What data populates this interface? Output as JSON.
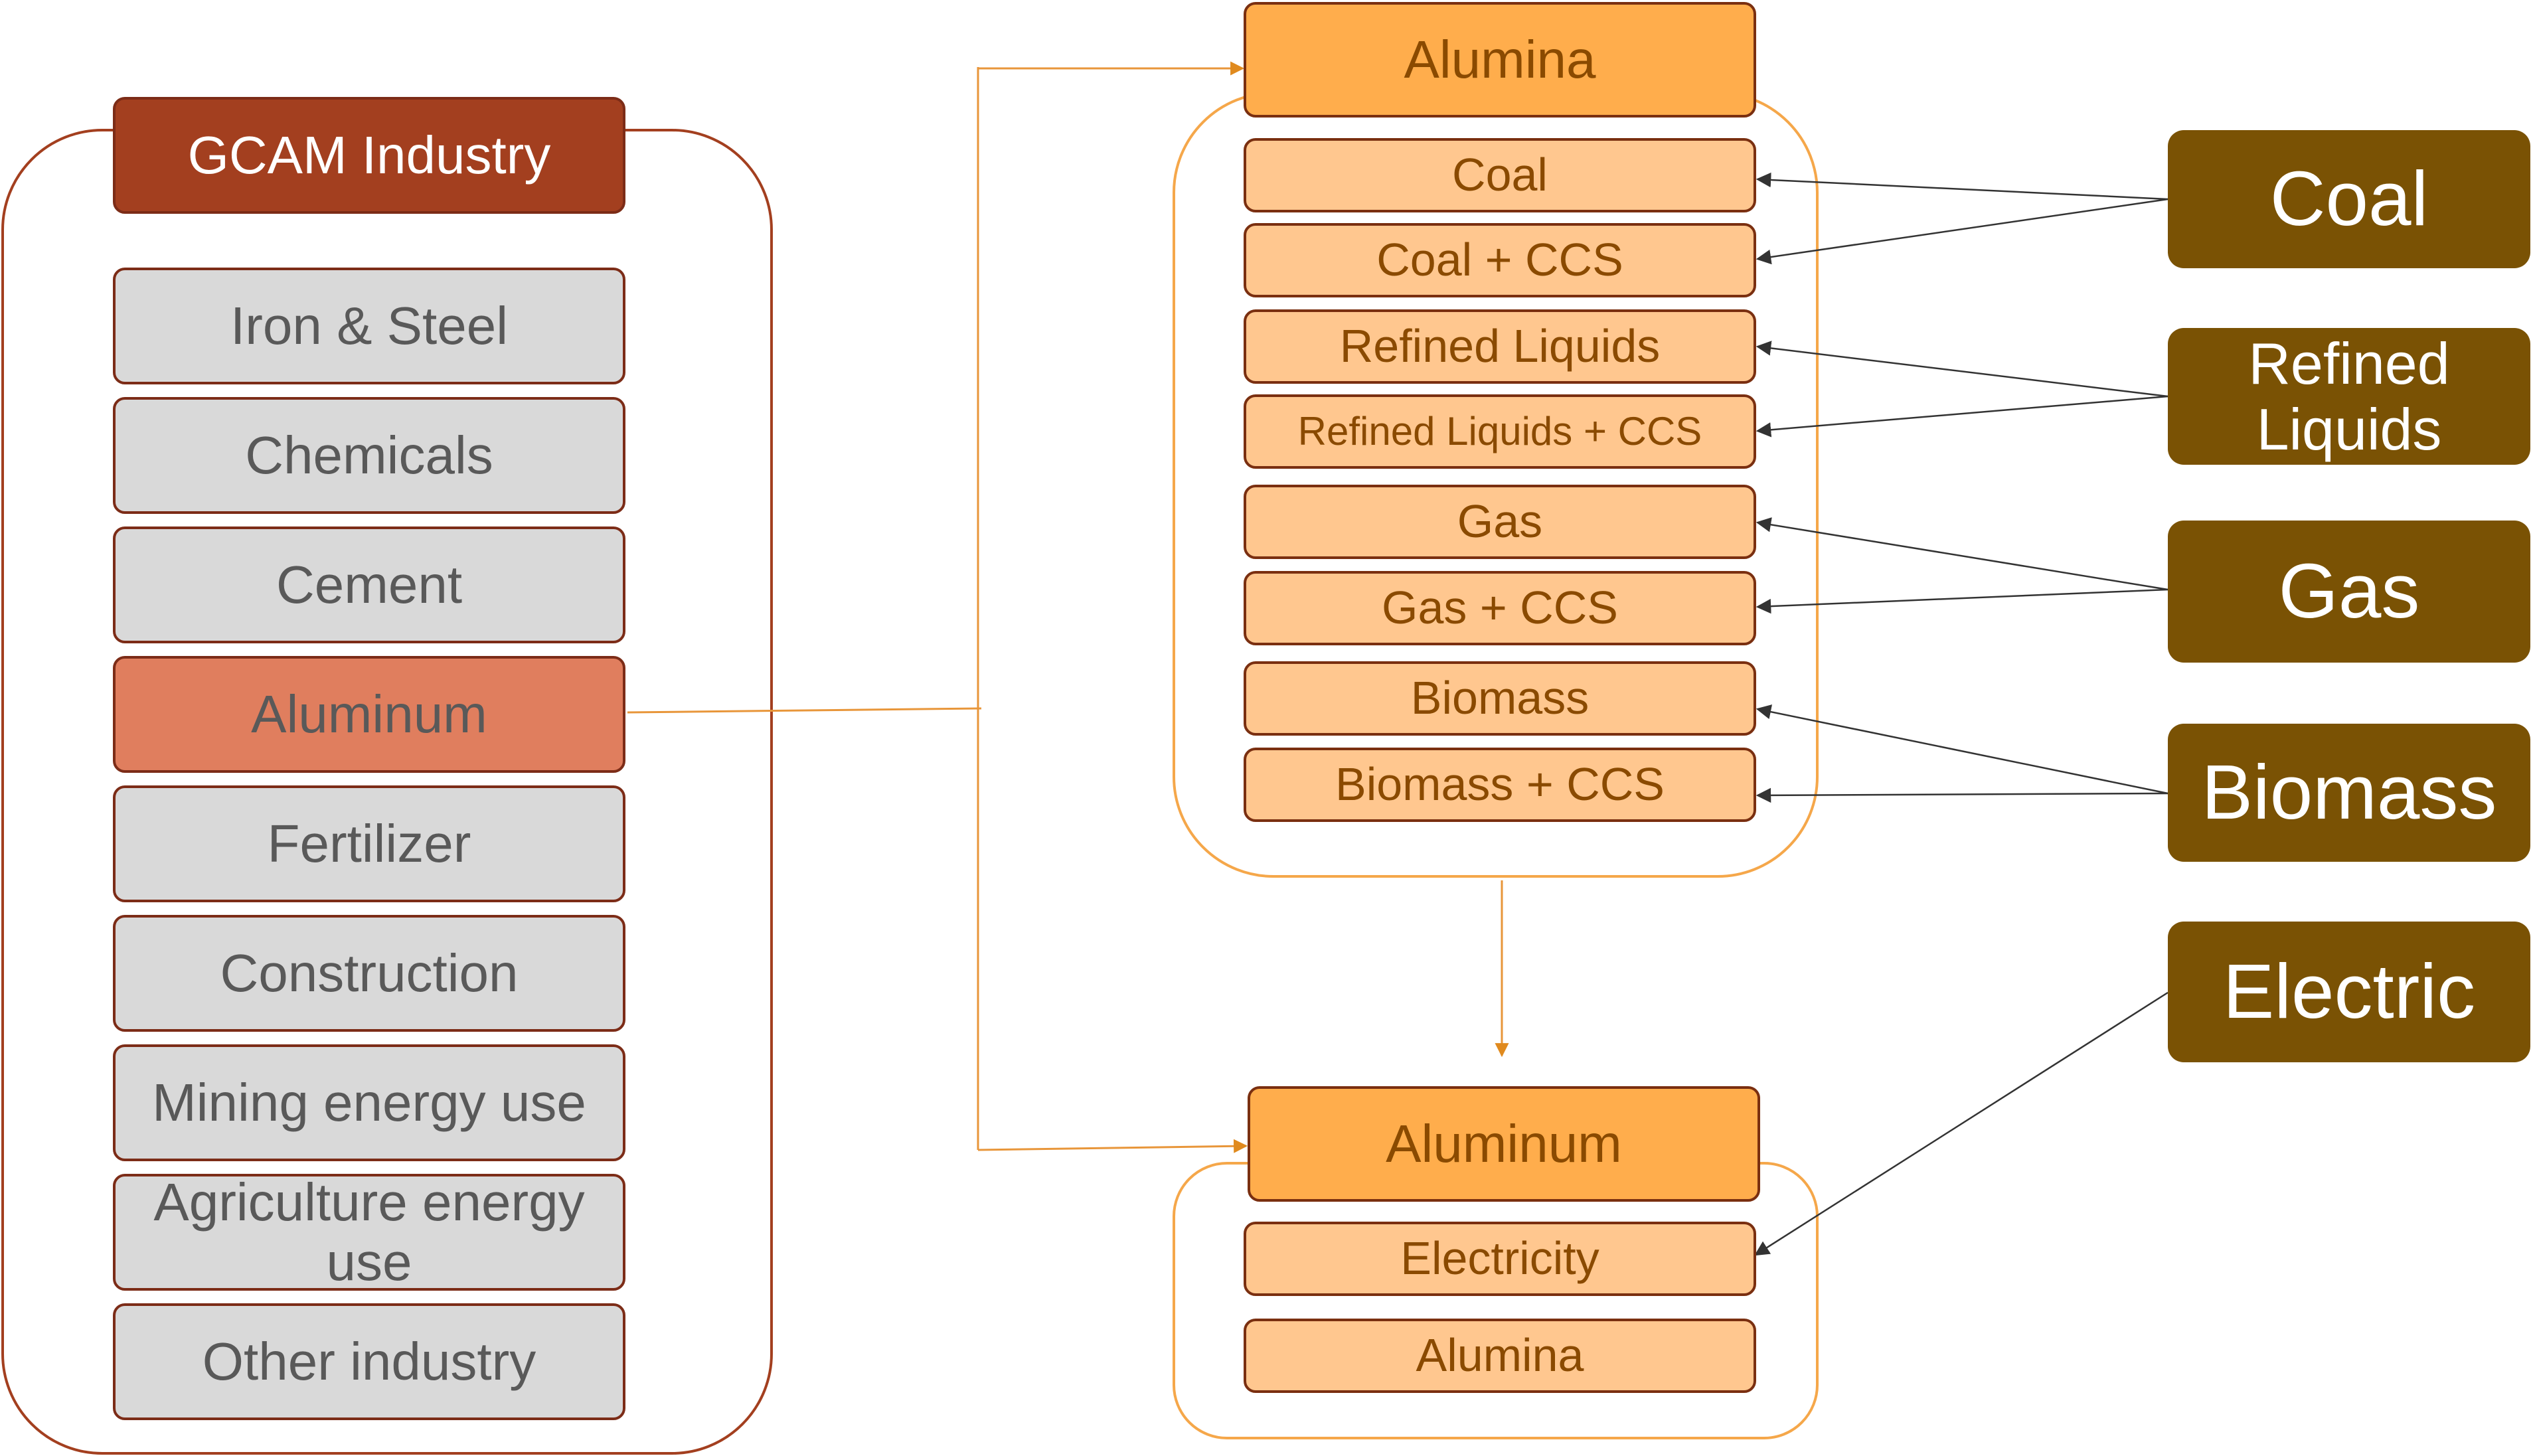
{
  "industry": {
    "header": "GCAM Industry",
    "items": [
      "Iron & Steel",
      "Chemicals",
      "Cement",
      "Aluminum",
      "Fertilizer",
      "Construction",
      "Mining energy use",
      "Agriculture energy use",
      "Other industry"
    ],
    "highlighted": "Aluminum"
  },
  "alumina": {
    "header": "Alumina",
    "technologies": [
      "Coal",
      "Coal + CCS",
      "Refined Liquids",
      "Refined Liquids + CCS",
      "Gas",
      "Gas + CCS",
      "Biomass",
      "Biomass + CCS"
    ]
  },
  "aluminum": {
    "header": "Aluminum",
    "technologies": [
      "Electricity",
      "Alumina"
    ]
  },
  "fuels": [
    "Coal",
    "Refined Liquids",
    "Gas",
    "Biomass",
    "Electric"
  ],
  "colors": {
    "industry_header": "#a33f1f",
    "industry_item": "#d9d9d9",
    "industry_highlight": "#e07e5e",
    "tech_header": "#ffad4c",
    "tech_item": "#ffc78f",
    "fuel": "#7a5204",
    "flow_line": "#e8963a",
    "input_arrow": "#333333"
  }
}
